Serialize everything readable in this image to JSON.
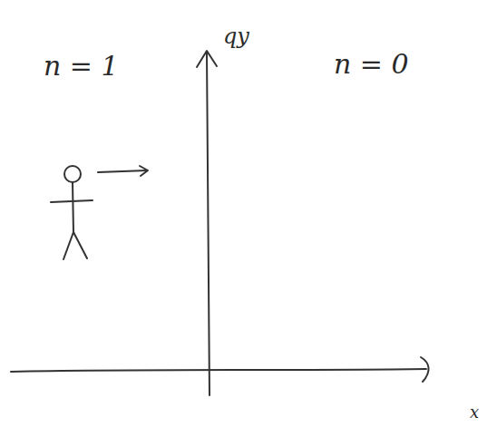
{
  "diagram": {
    "labels": [
      "n = 1",
      "n = 0",
      "qy",
      "x"
    ]
  }
}
